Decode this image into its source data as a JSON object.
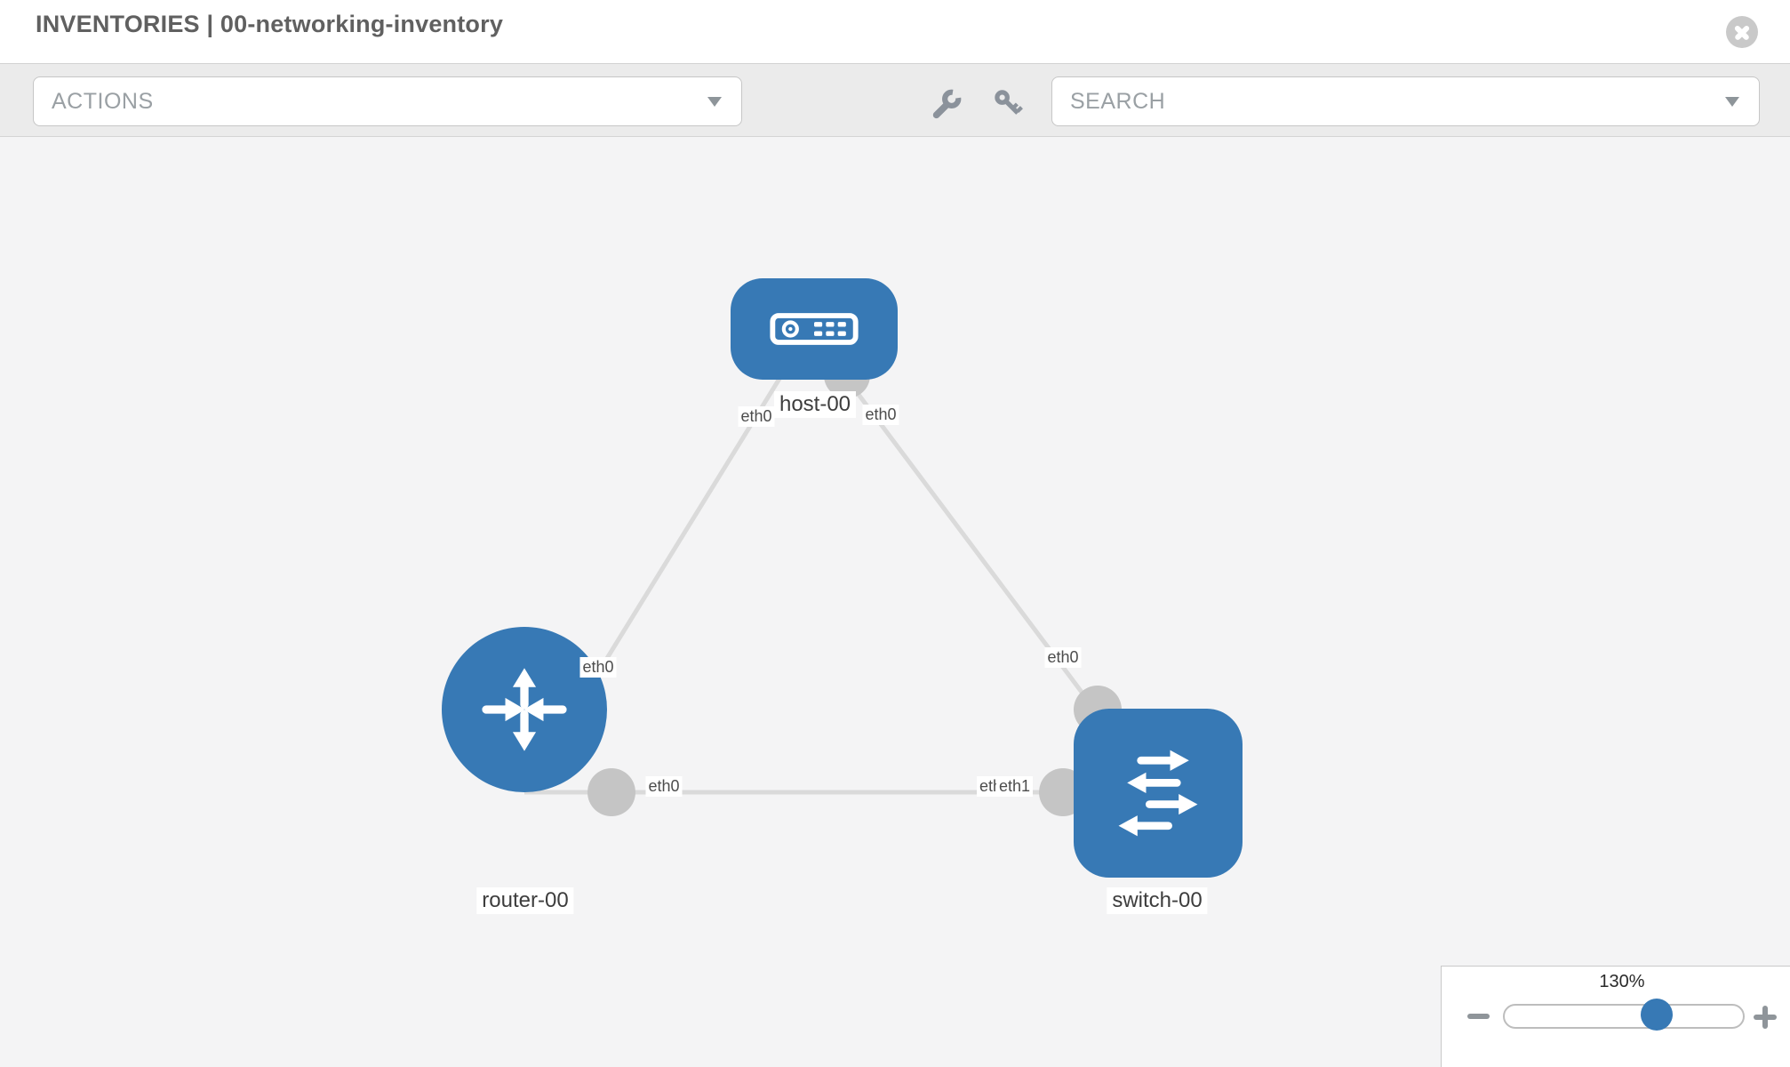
{
  "header": {
    "title": "INVENTORIES | 00-networking-inventory",
    "close_icon": "close-icon"
  },
  "toolbar": {
    "actions_label": "ACTIONS",
    "search_label": "SEARCH",
    "icons": [
      "wrench-icon",
      "key-icon"
    ],
    "caret_icon": "chevron-down-icon"
  },
  "canvas": {
    "nodes": [
      {
        "id": "host-00",
        "label": "host-00",
        "type": "host",
        "icon": "host-icon"
      },
      {
        "id": "router-00",
        "label": "router-00",
        "type": "router",
        "icon": "router-icon"
      },
      {
        "id": "switch-00",
        "label": "switch-00",
        "type": "switch",
        "icon": "switch-icon"
      }
    ],
    "links": [
      {
        "from": "host-00",
        "to": "router-00",
        "labels": {
          "host": "eth0",
          "router": "eth0"
        }
      },
      {
        "from": "host-00",
        "to": "switch-00",
        "labels": {
          "host": "eth0",
          "switch": "eth0"
        }
      },
      {
        "from": "router-00",
        "to": "switch-00",
        "labels": {
          "router": "eth0",
          "switch": "eth1",
          "switch_under": "eth0"
        }
      }
    ]
  },
  "zoom": {
    "level": "130%",
    "minus_icon": "minus-icon",
    "plus_icon": "plus-icon"
  },
  "colors": {
    "node_blue": "#3779b5",
    "connector_gray": "#c5c5c5",
    "link_gray": "#dadada",
    "toolbar_bg": "#ebebeb",
    "canvas_bg": "#f4f4f5",
    "title_text": "#606060"
  }
}
